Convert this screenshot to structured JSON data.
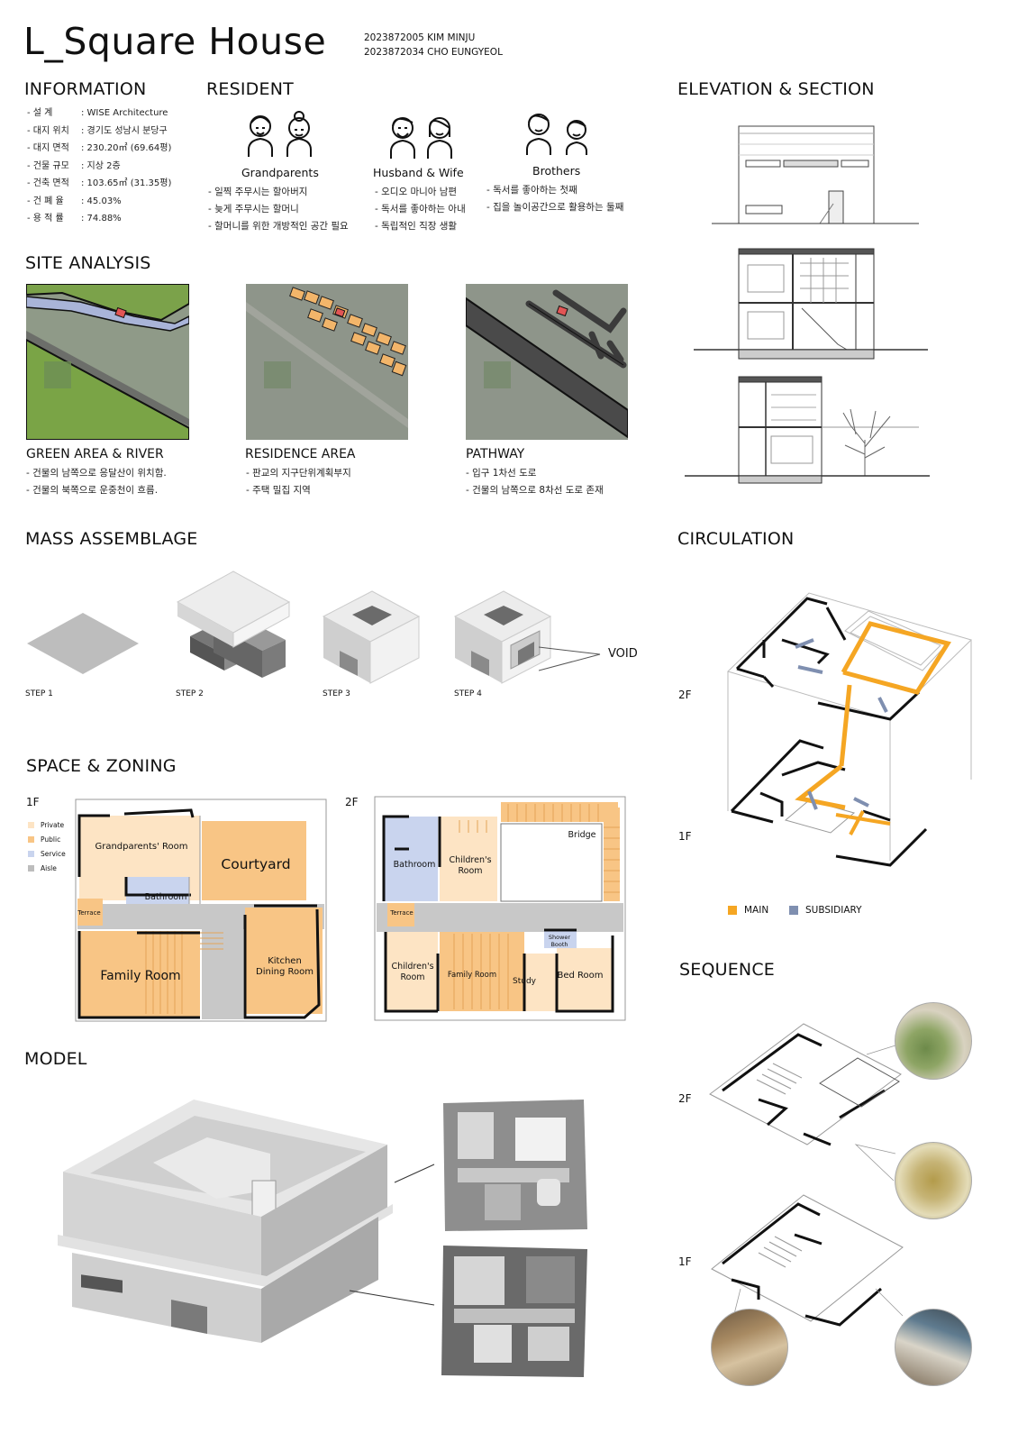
{
  "header": {
    "title": "L_Square House",
    "students": [
      "2023872005 KIM MINJU",
      "2023872034 CHO EUNGYEOL"
    ]
  },
  "information": {
    "heading": "INFORMATION",
    "rows": [
      {
        "label": "-  설    계",
        "value": ": WISE Architecture"
      },
      {
        "label": "- 대지 위치",
        "value": ": 경기도 성남시 분당구"
      },
      {
        "label": "- 대지 면적",
        "value": ": 230.20㎡ (69.64평)"
      },
      {
        "label": "- 건물 규모",
        "value": ": 지상 2층"
      },
      {
        "label": "- 건축 면적",
        "value": ": 103.65㎡ (31.35평)"
      },
      {
        "label": "-  건 폐 율",
        "value": ": 45.03%"
      },
      {
        "label": "-  용 적 률",
        "value": ": 74.88%"
      }
    ]
  },
  "resident": {
    "heading": "RESIDENT",
    "groups": [
      {
        "name": "Grandparents",
        "lines": [
          "- 일찍 주무시는 할아버지",
          "- 늦게 주무시는 할머니",
          "- 할머니를 위한 개방적인 공간 필요"
        ]
      },
      {
        "name": "Husband & Wife",
        "lines": [
          "- 오디오 마니아 남편",
          "- 독서를 좋아하는 아내",
          "- 독립적인 직장 생활"
        ]
      },
      {
        "name": "Brothers",
        "lines": [
          "- 독서를 좋아하는 첫째",
          "- 집을 놀이공간으로 활용하는 둘째"
        ]
      }
    ]
  },
  "elevation": {
    "heading": "ELEVATION & SECTION"
  },
  "site": {
    "heading": "SITE ANALYSIS",
    "items": [
      {
        "title": "GREEN AREA & RIVER",
        "lines": [
          "- 건물의 남쪽으로 응달산이 위치함.",
          "- 건물의 북쪽으로 운중천이 흐름."
        ]
      },
      {
        "title": "RESIDENCE AREA",
        "lines": [
          "- 판교의 지구단위계획부지",
          "- 주택 밀집 지역"
        ]
      },
      {
        "title": "PATHWAY",
        "lines": [
          "- 입구 1차선 도로",
          "- 건물의 남쪽으로 8차선 도로 존재"
        ]
      }
    ]
  },
  "mass": {
    "heading": "MASS ASSEMBLAGE",
    "steps": [
      "STEP 1",
      "STEP 2",
      "STEP 3",
      "STEP 4"
    ],
    "void_label": "VOID"
  },
  "circulation": {
    "heading": "CIRCULATION",
    "floors": [
      "2F",
      "1F"
    ],
    "legend": [
      {
        "label": "MAIN",
        "color": "#f5a623"
      },
      {
        "label": "SUBSIDIARY",
        "color": "#7f8fb0"
      }
    ]
  },
  "zoning": {
    "heading": "SPACE & ZONING",
    "floor1": "1F",
    "floor2": "2F",
    "legend": [
      {
        "label": "Private",
        "color": "#fde4c4"
      },
      {
        "label": "Public",
        "color": "#f8c585"
      },
      {
        "label": "Service",
        "color": "#c9d4ee"
      },
      {
        "label": "Aisle",
        "color": "#bdbdbd"
      }
    ],
    "rooms1": {
      "grand": "Grandparents' Room",
      "court": "Courtyard",
      "bath": "Bathroom",
      "terrace": "Terrace",
      "family": "Family Room",
      "kitchen1": "Kitchen",
      "kitchen2": "Dining Room"
    },
    "rooms2": {
      "bath": "Bathroom",
      "child1a": "Children's",
      "child1b": "Room",
      "bridge": "Bridge",
      "terrace": "Terrace",
      "shower1": "Shower",
      "shower2": "Booth",
      "child2a": "Children's",
      "child2b": "Room",
      "family": "Family Room",
      "study": "Study",
      "bed": "Bed Room"
    }
  },
  "sequence": {
    "heading": "SEQUENCE",
    "floors": [
      "2F",
      "1F"
    ]
  },
  "model": {
    "heading": "MODEL"
  }
}
